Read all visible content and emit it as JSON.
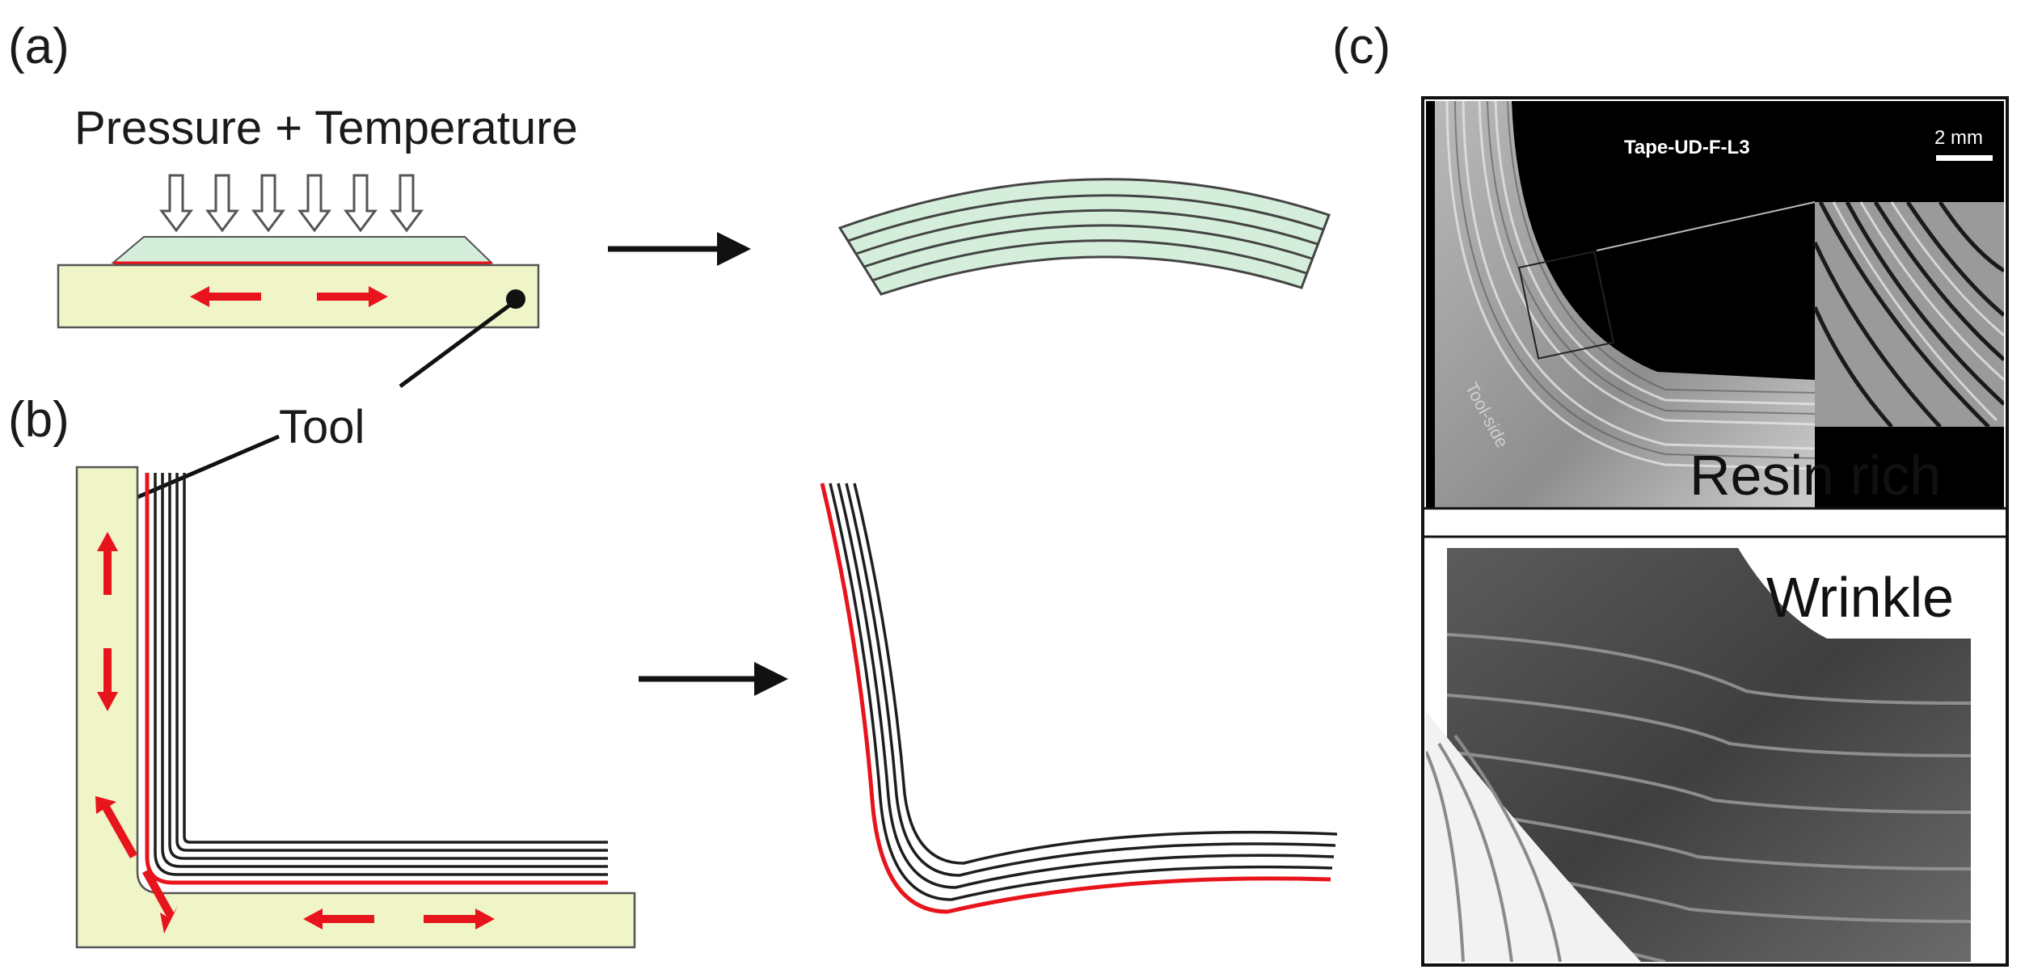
{
  "panels": {
    "a": {
      "label": "(a)",
      "load_text": "Pressure + Temperature"
    },
    "b": {
      "label": "(b)"
    },
    "c": {
      "label": "(c)"
    }
  },
  "tool_label": "Tool",
  "micrograph_top": {
    "specimen_label": "Tape-UD-F-L3",
    "scale_bar_label": "2 mm",
    "side_label": "Tool-side",
    "annotation": "Resin rich"
  },
  "micrograph_bottom": {
    "annotation": "Wrinkle"
  },
  "colors": {
    "tool_fill": "#f0f5c8",
    "laminate_fill": "#d5eedb",
    "resin_layer": "#e8141c",
    "arrow_red": "#e8141c",
    "ply_line": "#1e1e1e",
    "micrograph_bg": "#000000"
  }
}
